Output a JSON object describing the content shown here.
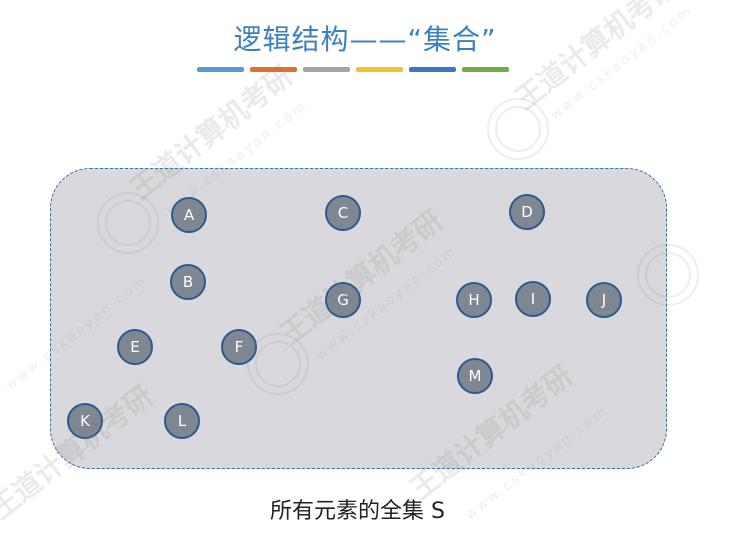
{
  "title": "逻辑结构——“集合”",
  "accent_colors": [
    "#5b9bd5",
    "#e0702e",
    "#a5a5a5",
    "#f2c12e",
    "#4472c4",
    "#70ad47"
  ],
  "set": {
    "elements": [
      {
        "label": "A"
      },
      {
        "label": "B"
      },
      {
        "label": "C"
      },
      {
        "label": "D"
      },
      {
        "label": "E"
      },
      {
        "label": "F"
      },
      {
        "label": "G"
      },
      {
        "label": "H"
      },
      {
        "label": "I"
      },
      {
        "label": "J"
      },
      {
        "label": "K"
      },
      {
        "label": "L"
      },
      {
        "label": "M"
      }
    ]
  },
  "caption": "所有元素的全集 S",
  "watermark": {
    "brand": "王道计算机考研",
    "url": "www.cskaoyan.com"
  }
}
